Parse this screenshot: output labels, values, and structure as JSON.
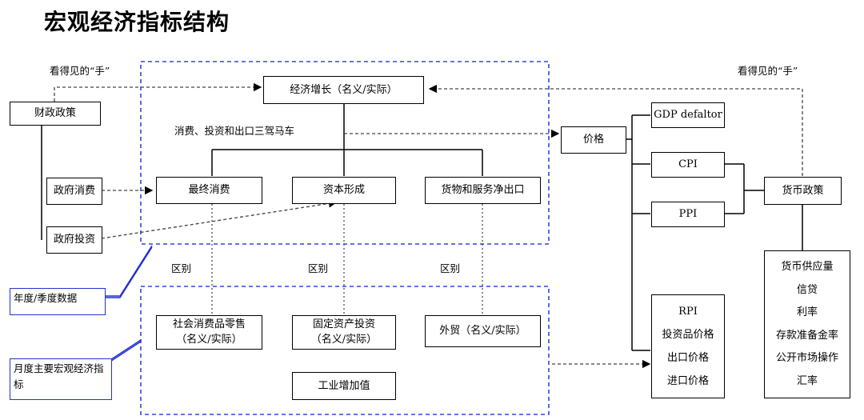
{
  "title": "宏观经济指标结构",
  "labels": {
    "visible_hand_left": "看得见的“手”",
    "visible_hand_right": "看得见的“手”",
    "three_engines": "消费、投资和出口三驾马车",
    "difference": "区别"
  },
  "boxes": {
    "fiscal_policy": "财政政策",
    "gov_consumption": "政府消费",
    "gov_investment": "政府投资",
    "economic_growth": "经济增长（名义/实际）",
    "final_consumption": "最终消费",
    "capital_formation": "资本形成",
    "net_exports": "货物和服务净出口",
    "retail_sales": [
      "社会消费品零售",
      "（名义/实际）"
    ],
    "fixed_asset_investment": [
      "固定资产投资",
      "（名义/实际）"
    ],
    "foreign_trade": "外贸（名义/实际）",
    "industrial_value_added": "工业增加值",
    "price": "价格",
    "gdp_deflator": "GDP defaltor",
    "cpi": "CPI",
    "ppi": "PPI",
    "rpi_group": [
      "RPI",
      "投资品价格",
      "出口价格",
      "进口价格"
    ],
    "monetary_policy": "货币政策",
    "monetary_tools": [
      "货币供应量",
      "信贷",
      "利率",
      "存款准备金率",
      "公开市场操作",
      "汇率"
    ]
  },
  "callouts": {
    "annual_quarterly": "年度/季度数据",
    "monthly_main": "月度主要宏观经济指标"
  },
  "colors": {
    "callout_border": "#2233cc",
    "dashed_region": "#3344dd",
    "text": "#000000"
  }
}
